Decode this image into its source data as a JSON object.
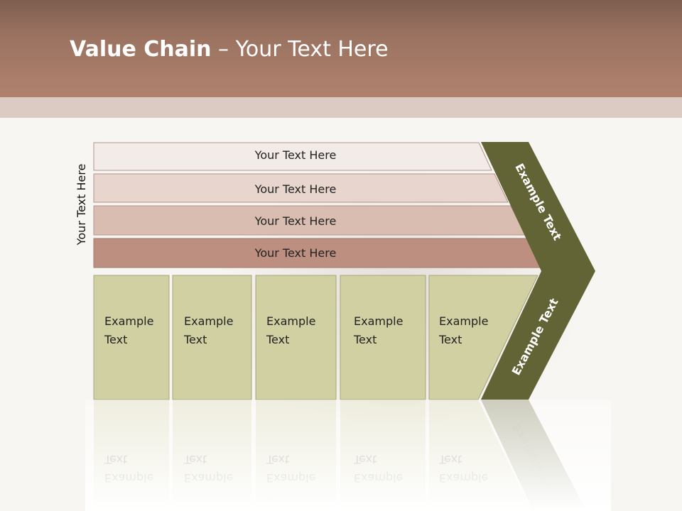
{
  "slide": {
    "title_bold": "Value Chain",
    "title_rest": " – Your Text Here"
  },
  "side_label": "Your Text Here",
  "support_rows": [
    {
      "label": "Your Text Here",
      "color": "#f3ebe8"
    },
    {
      "label": "Your Text Here",
      "color": "#e7d5ce"
    },
    {
      "label": "Your Text Here",
      "color": "#d9bdb1"
    },
    {
      "label": "Your Text Here",
      "color": "#bc8f80"
    }
  ],
  "primary_boxes": [
    {
      "line1": "Example",
      "line2": "Text"
    },
    {
      "line1": "Example",
      "line2": "Text"
    },
    {
      "line1": "Example",
      "line2": "Text"
    },
    {
      "line1": "Example",
      "line2": "Text"
    },
    {
      "line1": "Example",
      "line2": "Text"
    }
  ],
  "margin_upper": "Example Text",
  "margin_lower": "Example Text",
  "colors": {
    "box_fill": "#d1d0a2",
    "box_stroke": "#a8a67c",
    "chevron_fill": "#636435",
    "header_brown": "#b0826e"
  }
}
